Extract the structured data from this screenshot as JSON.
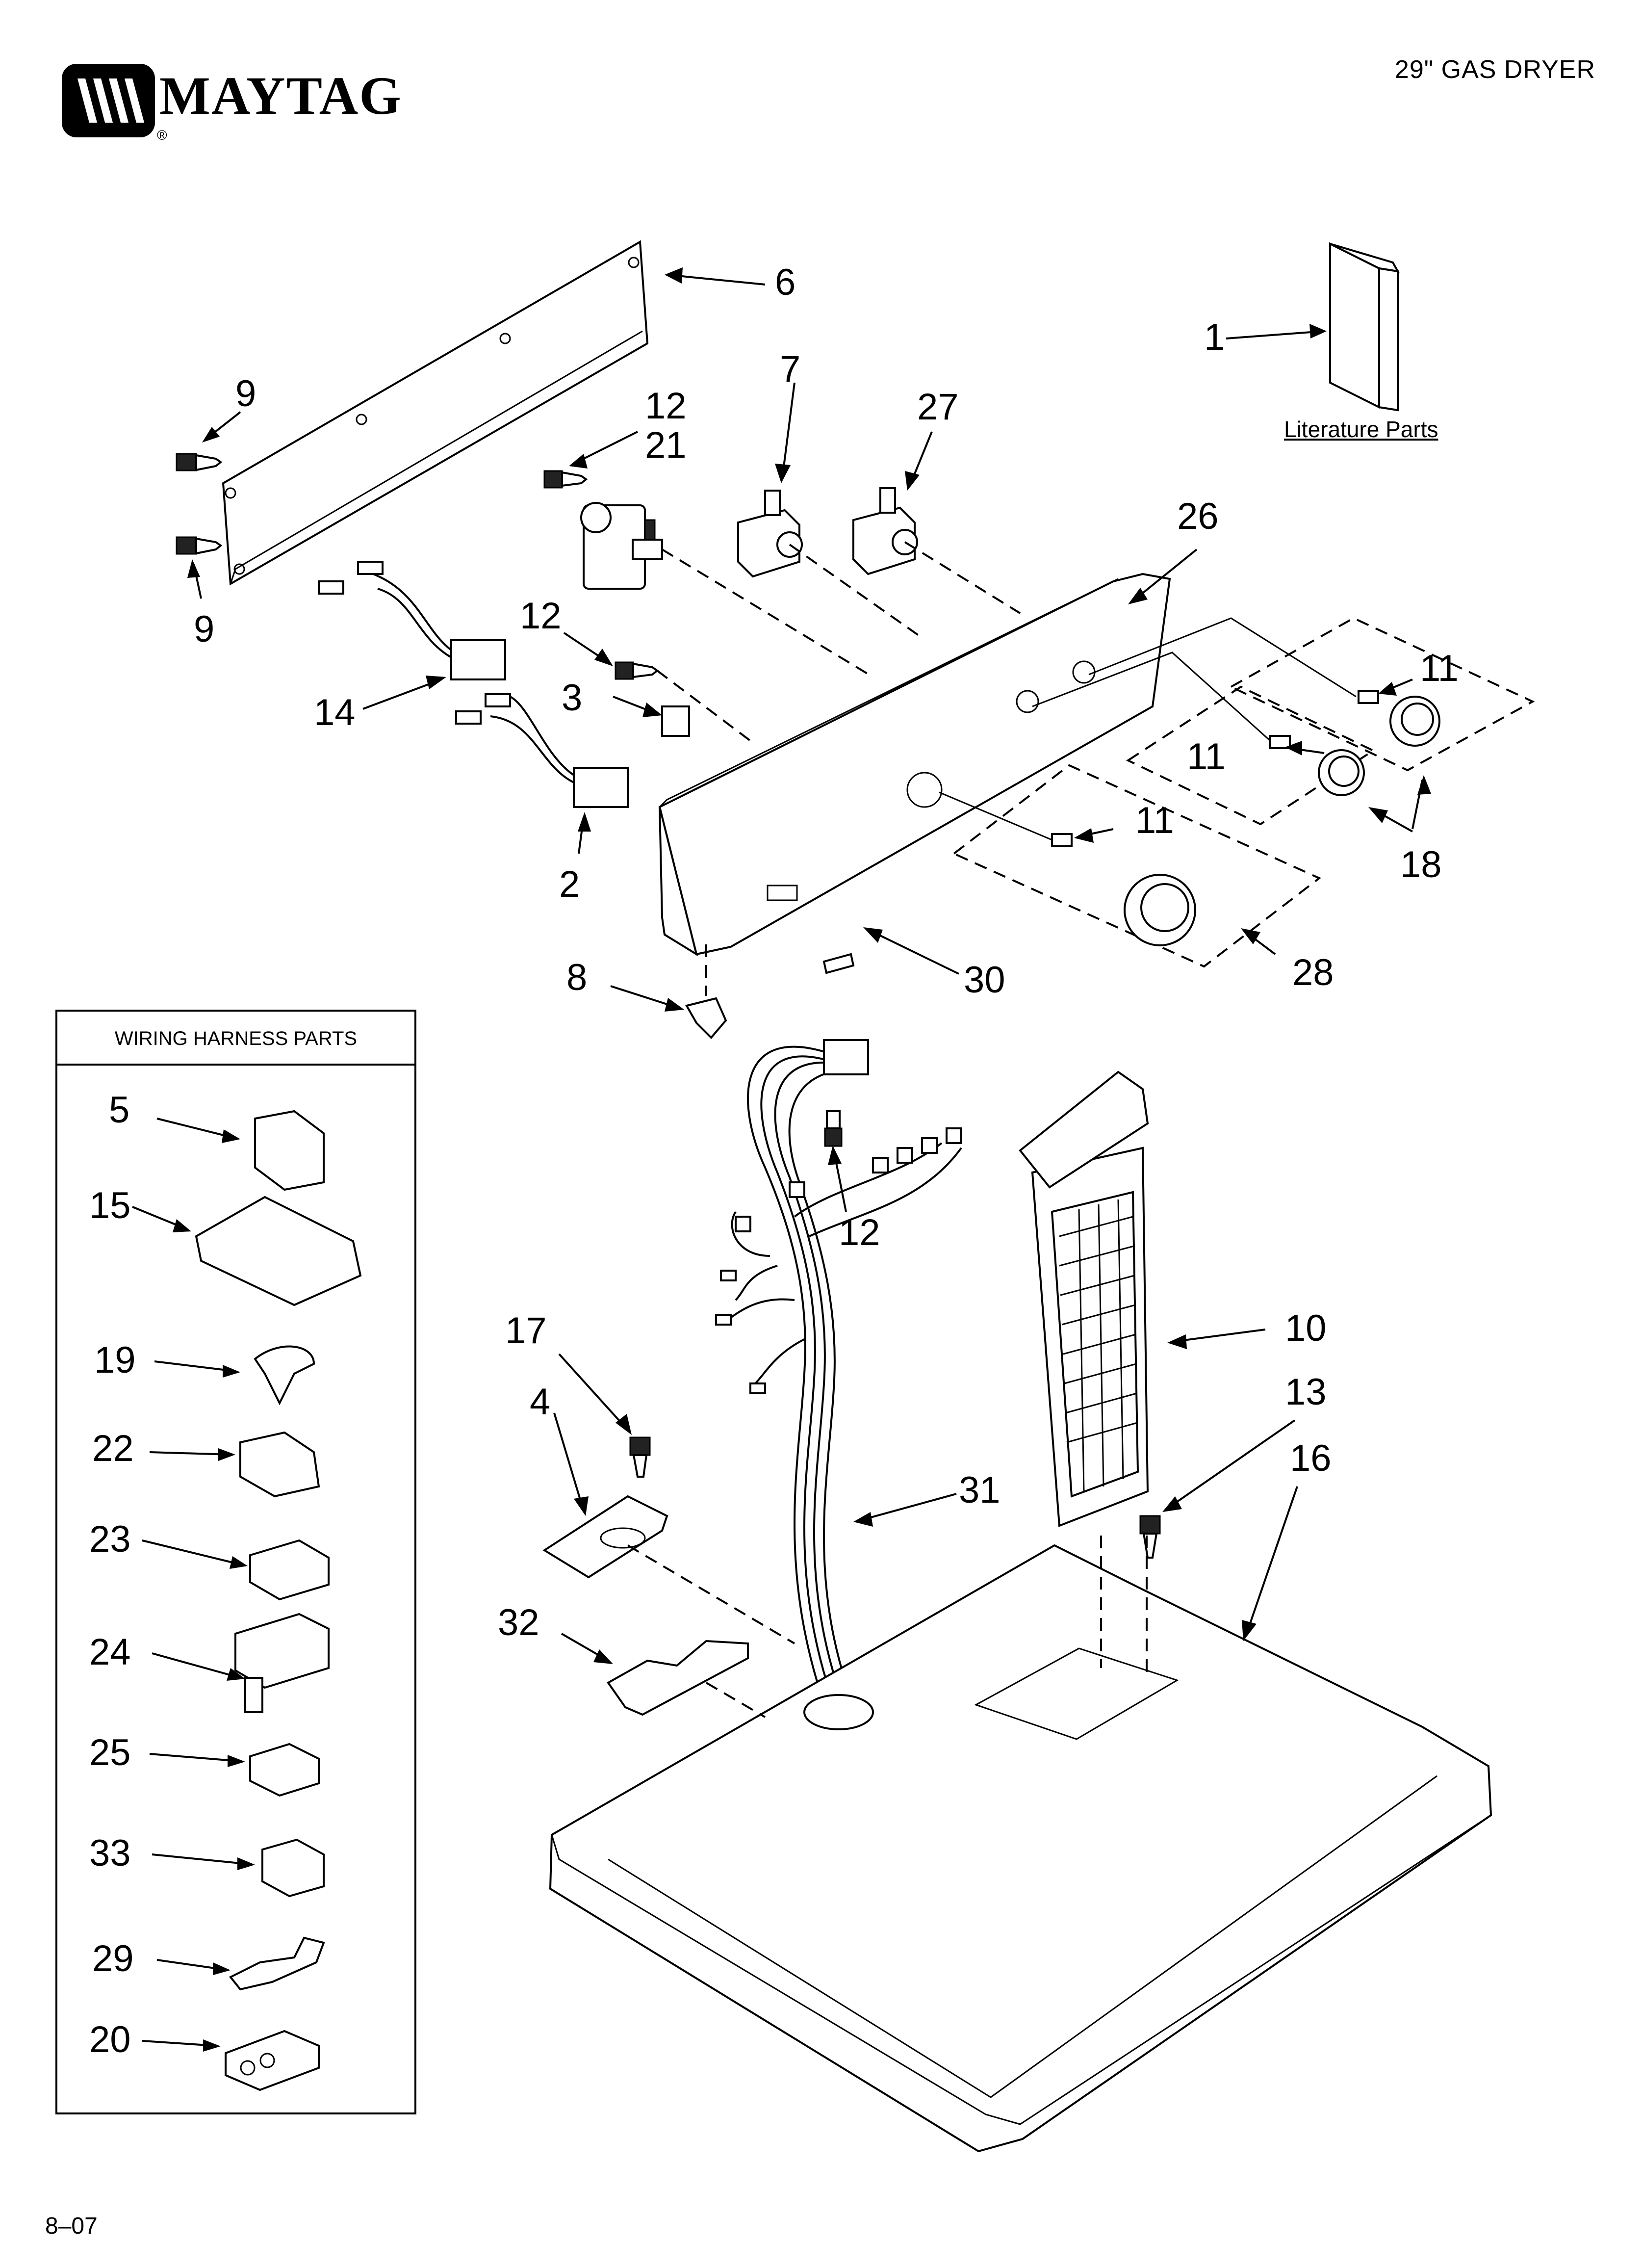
{
  "header": {
    "brand": "MAYTAG",
    "trademark": "®",
    "title": "29\" GAS DRYER"
  },
  "footer": {
    "page_code": "8–07"
  },
  "literature": {
    "label": "Literature Parts"
  },
  "legend": {
    "heading": "WIRING HARNESS PARTS"
  },
  "callouts": {
    "c1": "1",
    "c2": "2",
    "c3": "3",
    "c4": "4",
    "c6": "6",
    "c7": "7",
    "c8": "8",
    "c9a": "9",
    "c9b": "9",
    "c10": "10",
    "c11a": "11",
    "c11b": "11",
    "c11c": "11",
    "c12a": "12",
    "c12b": "12",
    "c12c": "12",
    "c13": "13",
    "c14": "14",
    "c16": "16",
    "c17": "17",
    "c18": "18",
    "c21": "21",
    "c26": "26",
    "c27": "27",
    "c28": "28",
    "c30": "30",
    "c31": "31",
    "c32": "32"
  },
  "legend_items": {
    "l5": "5",
    "l15": "15",
    "l19": "19",
    "l22": "22",
    "l23": "23",
    "l24": "24",
    "l25": "25",
    "l33": "33",
    "l29": "29",
    "l20": "20"
  },
  "colors": {
    "ink": "#000000",
    "paper": "#ffffff"
  }
}
